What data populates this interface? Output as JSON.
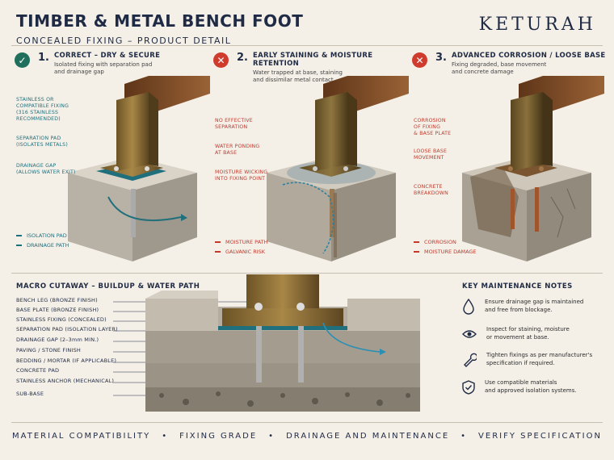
{
  "header": {
    "title": "TIMBER & METAL BENCH FOOT",
    "subtitle": "CONCEALED FIXING – PRODUCT DETAIL",
    "brand": "KETURAH"
  },
  "panels": [
    {
      "icon": "check-icon",
      "number": "1.",
      "title": "CORRECT – DRY & SECURE",
      "desc": "Isolated fixing with separation pad\nand drainage gap",
      "callouts": [
        "STAINLESS OR\nCOMPATIBLE FIXING\n(316 STAINLESS\nRECOMMENDED)",
        "SEPARATION PAD\n(ISOLATES METALS)",
        "DRAINAGE GAP\n(ALLOWS WATER EXIT)"
      ],
      "legend": [
        "ISOLATION PAD",
        "DRAINAGE PATH"
      ]
    },
    {
      "icon": "x-icon",
      "number": "2.",
      "title": "EARLY STAINING & MOISTURE RETENTION",
      "desc": "Water trapped at base, staining\nand dissimilar metal contact",
      "callouts": [
        "NO EFFECTIVE\nSEPARATION",
        "WATER PONDING\nAT BASE",
        "MOISTURE WICKING\nINTO FIXING POINT"
      ],
      "legend": [
        "MOISTURE PATH",
        "GALVANIC RISK"
      ]
    },
    {
      "icon": "x-icon",
      "number": "3.",
      "title": "ADVANCED CORROSION / LOOSE BASE",
      "desc": "Fixing degraded, base movement\nand concrete damage",
      "callouts": [
        "CORROSION\nOF FIXING\n& BASE PLATE",
        "LOOSE BASE\nMOVEMENT",
        "CONCRETE\nBREAKDOWN"
      ],
      "legend": [
        "CORROSION",
        "MOISTURE DAMAGE"
      ]
    }
  ],
  "macro": {
    "title": "MACRO CUTAWAY – BUILDUP & WATER PATH",
    "layers": [
      "BENCH LEG (BRONZE FINISH)",
      "BASE PLATE (BRONZE FINISH)",
      "STAINLESS FIXING (CONCEALED)",
      "SEPARATION PAD (ISOLATION LAYER)",
      "DRAINAGE GAP (2–3mm MIN.)",
      "PAVING / STONE FINISH",
      "BEDDING / MORTAR (IF APPLICABLE)",
      "CONCRETE PAD",
      "STAINLESS ANCHOR (MECHANICAL)",
      "SUB-BASE"
    ]
  },
  "notes": {
    "title": "KEY MAINTENANCE NOTES",
    "items": [
      {
        "icon": "water-drop-icon",
        "text": "Ensure drainage gap is maintained\nand free from blockage."
      },
      {
        "icon": "eye-icon",
        "text": "Inspect for staining, moisture\nor movement at base."
      },
      {
        "icon": "wrench-icon",
        "text": "Tighten fixings as per manufacturer's\nspecification if required."
      },
      {
        "icon": "shield-check-icon",
        "text": "Use compatible materials\nand approved isolation systems."
      }
    ]
  },
  "footer": {
    "items": [
      "MATERIAL COMPATIBILITY",
      "FIXING GRADE",
      "DRAINAGE AND MAINTENANCE",
      "VERIFY SPECIFICATION"
    ],
    "separator": "•"
  },
  "colors": {
    "navy": "#1f2a44",
    "teal": "#1f6f7c",
    "red": "#c0392b",
    "bronze": "#8a6a33",
    "timber": "#7a4a2a",
    "concrete": "#b5aea2"
  }
}
